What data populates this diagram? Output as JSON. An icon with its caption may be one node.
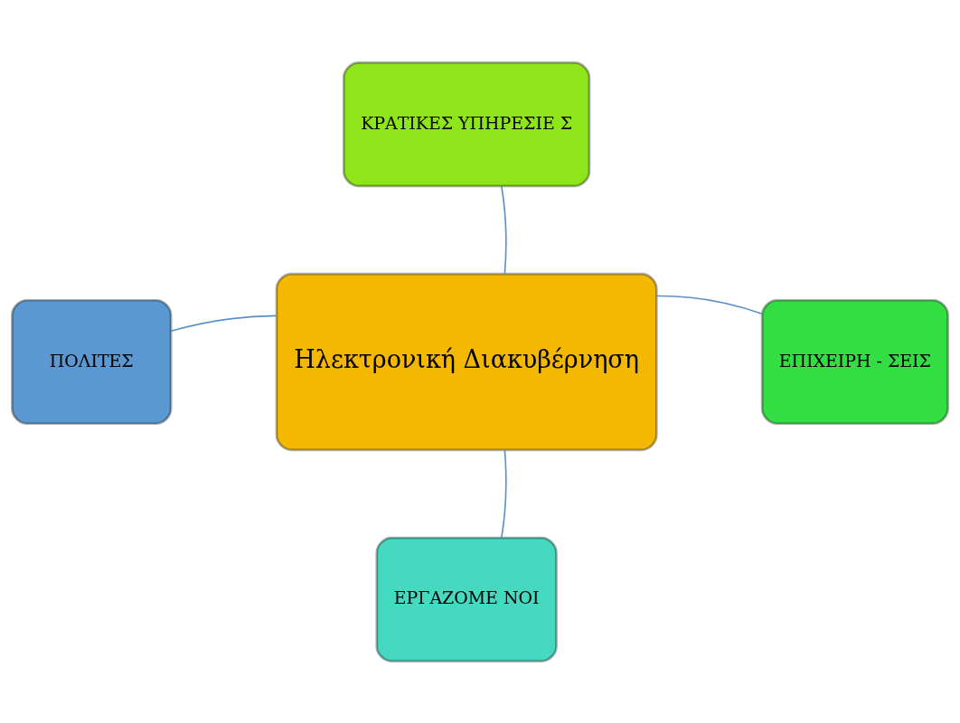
{
  "diagram": {
    "nodes": [
      {
        "text": [
          "ΚΡΑΤΙΚΕΣ ΥΠΗΡΕΣΙΕ Σ"
        ]
      },
      {
        "text": [
          "ΕΠΙΧΕΙΡΗ - ΣΕΙΣ"
        ]
      },
      {
        "text": [
          "Ηλεκτρονική Διακυβέρνηση"
        ]
      },
      {
        "text": [
          "ΠΟΛΙΤΕΣ"
        ]
      },
      {
        "text": [
          "ΕΡΓΑΖΟΜΕ ΝΟΙ"
        ]
      }
    ],
    "edges": [
      {
        "from": 2,
        "to": 0,
        "arrow": "none"
      },
      {
        "from": 2,
        "to": 1,
        "arrow": "none"
      },
      {
        "from": 2,
        "to": 3,
        "arrow": "none"
      },
      {
        "from": 2,
        "to": 4,
        "arrow": "none"
      }
    ]
  }
}
